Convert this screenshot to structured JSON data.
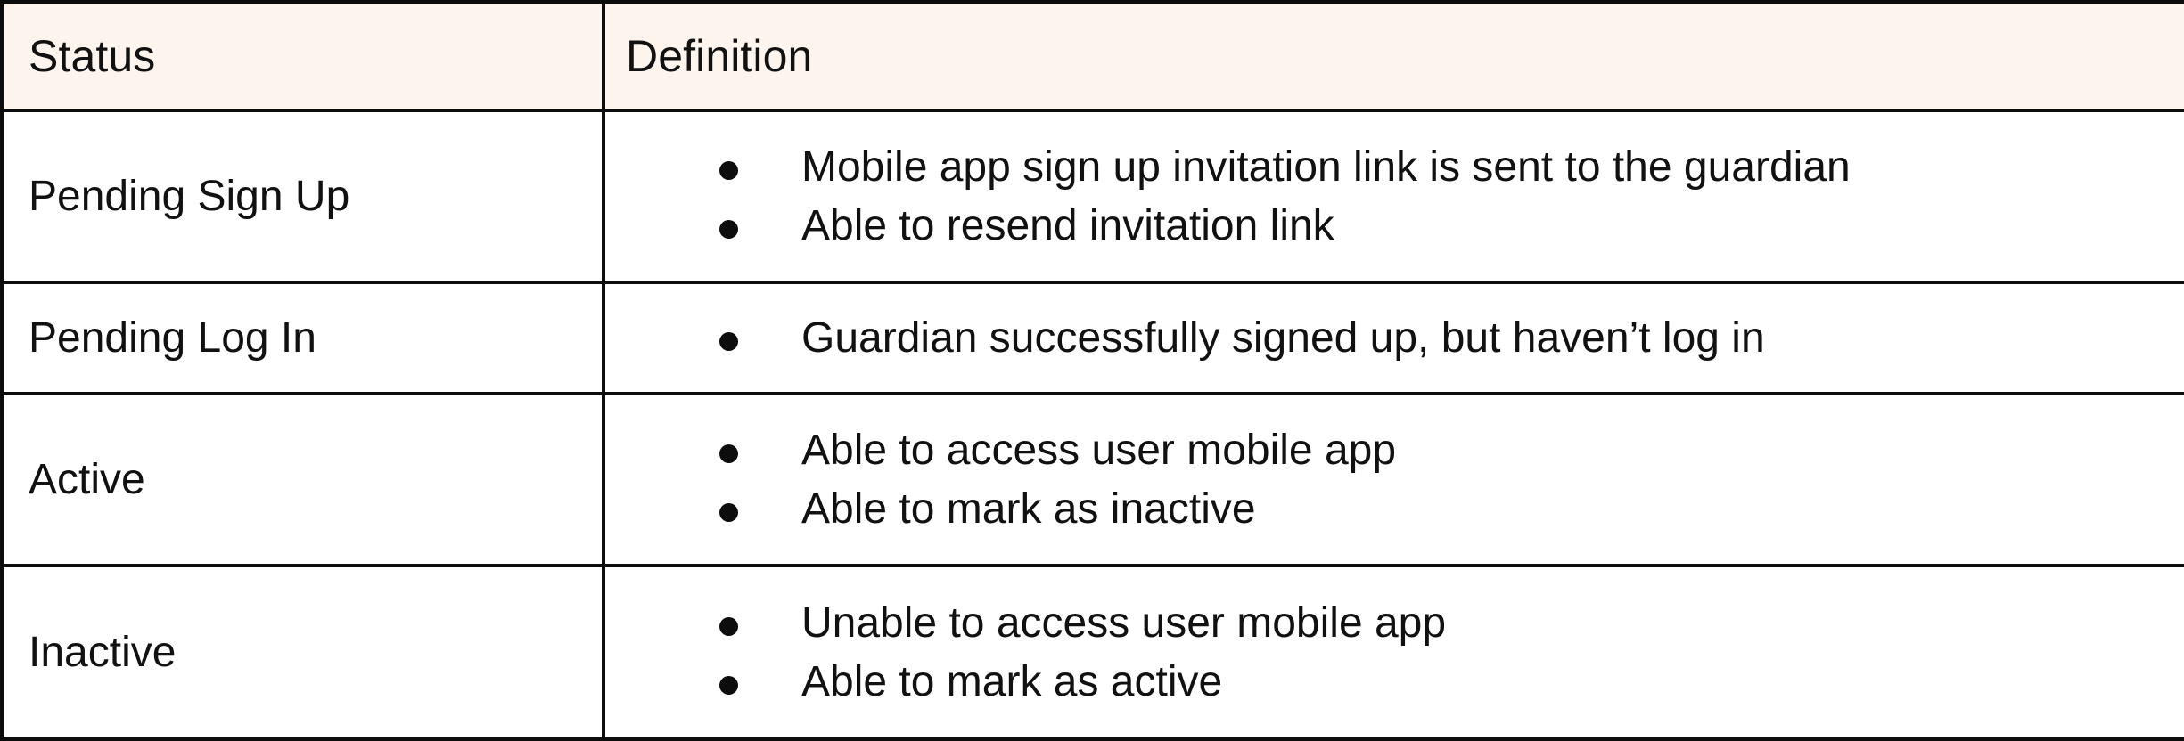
{
  "table": {
    "columns": [
      {
        "key": "status",
        "label": "Status"
      },
      {
        "key": "definition",
        "label": "Definition"
      }
    ],
    "header_background": "#FDF4EE",
    "border_color": "#0D0D0D",
    "text_color": "#111111",
    "row_background": "#FFFFFF",
    "bullet_glyph": "●",
    "rows": [
      {
        "status": "Pending Sign Up",
        "definition": [
          "Mobile app sign up invitation link is sent to the guardian",
          "Able to resend invitation link"
        ]
      },
      {
        "status": "Pending Log In",
        "definition": [
          "Guardian successfully signed up, but haven’t log in"
        ]
      },
      {
        "status": "Active",
        "definition": [
          "Able to access user mobile app",
          "Able to mark as inactive"
        ]
      },
      {
        "status": "Inactive",
        "definition": [
          "Unable to access user mobile app",
          "Able to mark as active"
        ]
      }
    ]
  }
}
